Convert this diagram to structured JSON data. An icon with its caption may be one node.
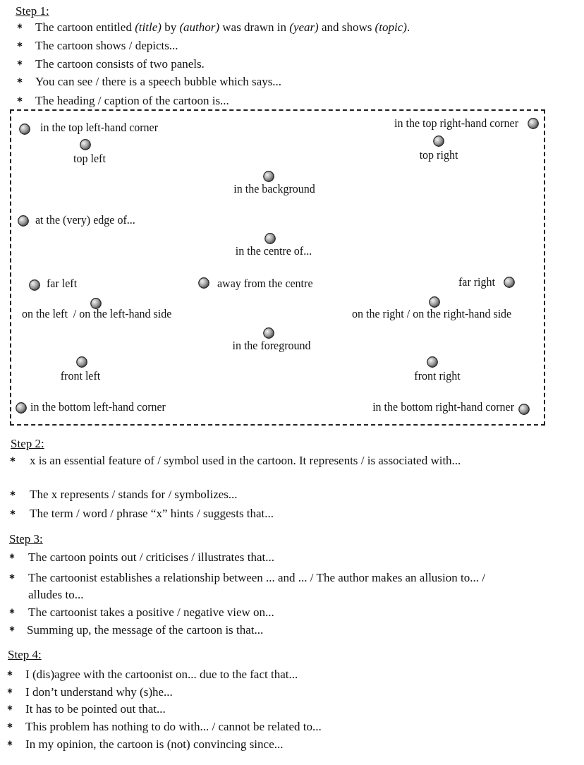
{
  "diagram": {
    "nodes": [
      {
        "text": [
          "in the top left-hand corner",
          "in the top right-hand corner",
          "top left",
          "top right",
          "in the background",
          "at the (very) edge of...",
          "in the centre of...",
          "far left",
          "away from the centre",
          "far right",
          "on the left  / on the left-hand side",
          "on the right / on the right-hand side",
          "in the foreground",
          "front left",
          "front right",
          "in the bottom left-hand corner",
          "in the bottom right-hand corner"
        ]
      }
    ],
    "labels": [
      "Step 1:",
      "The cartoon entitled *(title)* by *(author)* was drawn in *(year)* and shows *(topic)*.",
      "The cartoon shows / depicts...",
      "The cartoon consists of two panels.",
      "You can see / there is a speech bubble which says...",
      "The heading / caption of the cartoon is...",
      "Step 2:",
      "x is an essential feature of / symbol used in the cartoon. It represents / is associated with...",
      "The x represents / stands for / symbolizes...",
      "The term / word / phrase “x” hints / suggests that...",
      "Step 3:",
      "The cartoon points out / criticises / illustrates that...",
      "The cartoonist establishes a relationship between ... and ... / The author makes an allusion to... / alludes to...",
      "The cartoonist takes a positive / negative view on...",
      "Summing up, the message of the cartoon is that...",
      "Step 4:",
      "I (dis)agree with the cartoonist on... due to the fact that...",
      "I don’t understand why (s)he...",
      "It has to be pointed out that...",
      "This problem has nothing to do with... / cannot be related to...",
      "In my opinion, the cartoon is (not) convincing since..."
    ]
  }
}
